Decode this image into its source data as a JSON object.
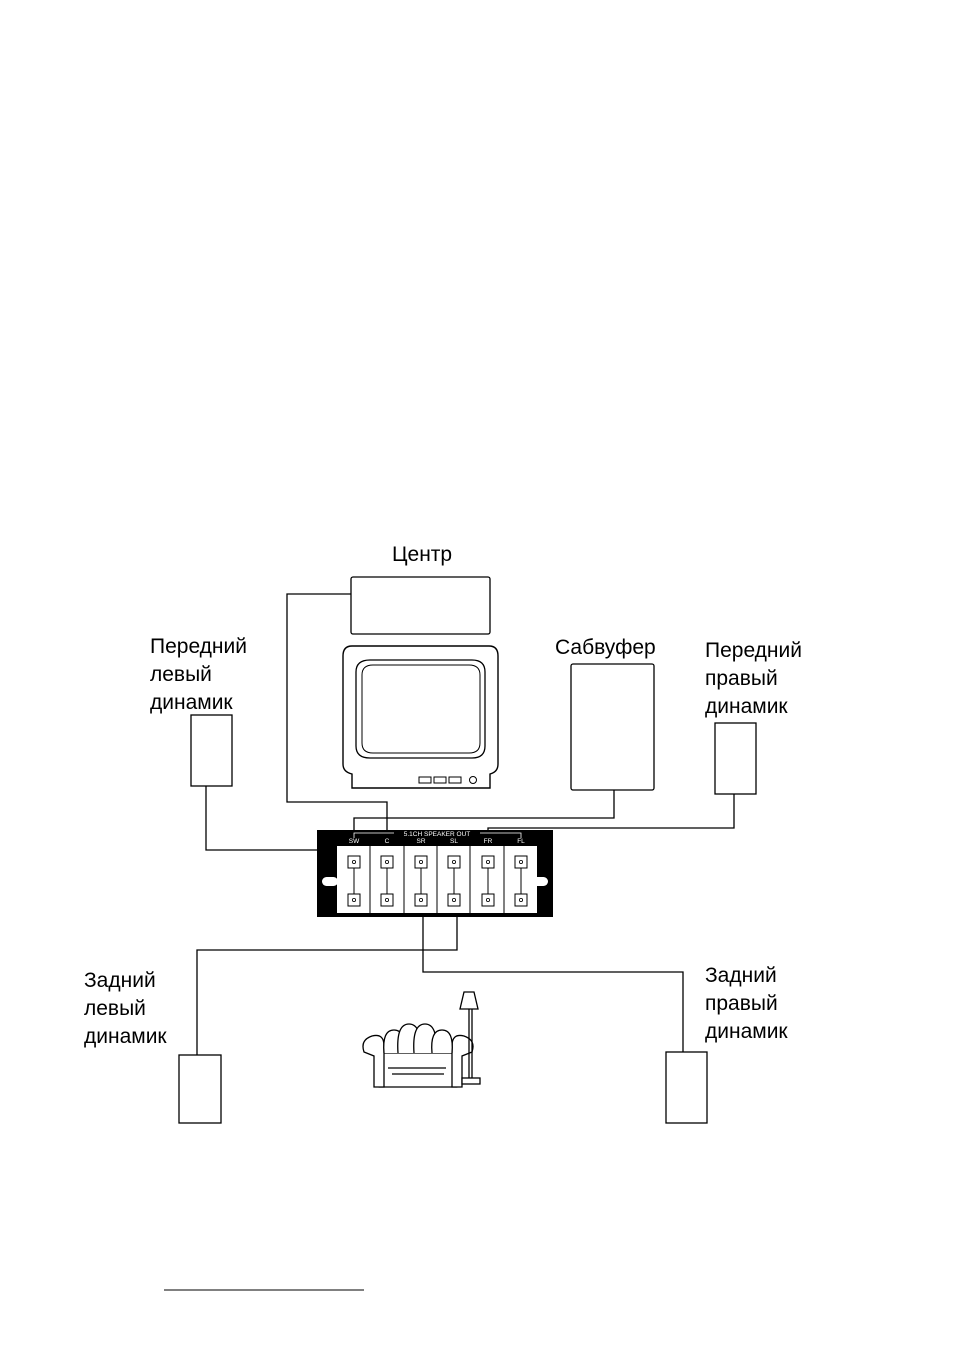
{
  "labels": {
    "center": "Центр",
    "subwoofer": "Сабвуфер",
    "front_left": [
      "Передний",
      "левый",
      "динамик"
    ],
    "front_right": [
      "Передний",
      "правый",
      "динамик"
    ],
    "rear_left": [
      "Задний",
      "левый",
      "динамик"
    ],
    "rear_right": [
      "Задний",
      "правый",
      "динамик"
    ]
  },
  "panel": {
    "title": "5.1CH SPEAKER OUT",
    "channels": [
      "SW",
      "C",
      "SR",
      "SL",
      "FR",
      "FL"
    ]
  }
}
